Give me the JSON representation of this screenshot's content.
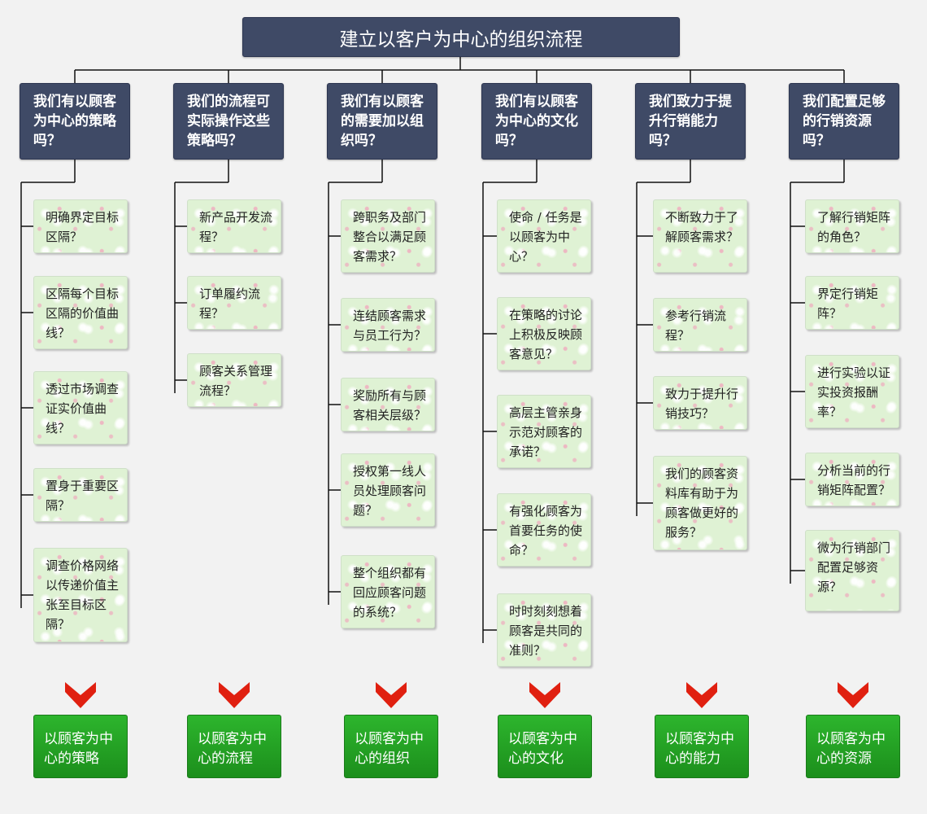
{
  "title": "建立以客户为中心的组织流程",
  "colors": {
    "header_bg": "#3f4a66",
    "item_bg": "#dff2d4",
    "result_bg": "#22a322",
    "chevron": "#e02010"
  },
  "columns": [
    {
      "question": "我们有以顾客为中心的策略吗？",
      "items": [
        "明确界定目标区隔？",
        "区隔每个目标区隔的价值曲线？",
        "透过市场调查证实价值曲线？",
        "置身于重要区隔？",
        "调查价格网络以传递价值主张至目标区隔？"
      ],
      "result": "以顾客为中心的策略"
    },
    {
      "question": "我们的流程可实际操作这些策略吗？",
      "items": [
        "新产品开发流程？",
        "订单履约流程？",
        "顾客关系管理流程？"
      ],
      "result": "以顾客为中心的流程"
    },
    {
      "question": "我们有以顾客的需要加以组织吗？",
      "items": [
        "跨职务及部门整合以满足顾客需求？",
        "连结顾客需求与员工行为？",
        "奖励所有与顾客相关层级？",
        "授权第一线人员处理顾客问题？",
        "整个组织都有回应顾客问题的系统？"
      ],
      "result": "以顾客为中心的组织"
    },
    {
      "question": "我们有以顾客为中心的文化吗？",
      "items": [
        "使命 / 任务是以顾客为中心？",
        "在策略的讨论上积极反映顾客意见？",
        "高层主管亲身示范对顾客的承诺？",
        "有强化顾客为首要任务的使命？",
        "时时刻刻想着顾客是共同的准则？"
      ],
      "result": "以顾客为中心的文化"
    },
    {
      "question": "我们致力于提升行销能力吗？",
      "items": [
        "不断致力于了解顾客需求？",
        "参考行销流程？",
        "致力于提升行销技巧？",
        "我们的顾客资料库有助于为顾客做更好的服务？"
      ],
      "result": "以顾客为中心的能力"
    },
    {
      "question": "我们配置足够的行销资源吗？",
      "items": [
        "了解行销矩阵的角色？",
        "界定行销矩阵？",
        "进行实验以证实投资报酬率？",
        "分析当前的行销矩阵配置？",
        "微为行销部门配置足够资源？"
      ],
      "result": "以顾客为中心的资源"
    }
  ]
}
